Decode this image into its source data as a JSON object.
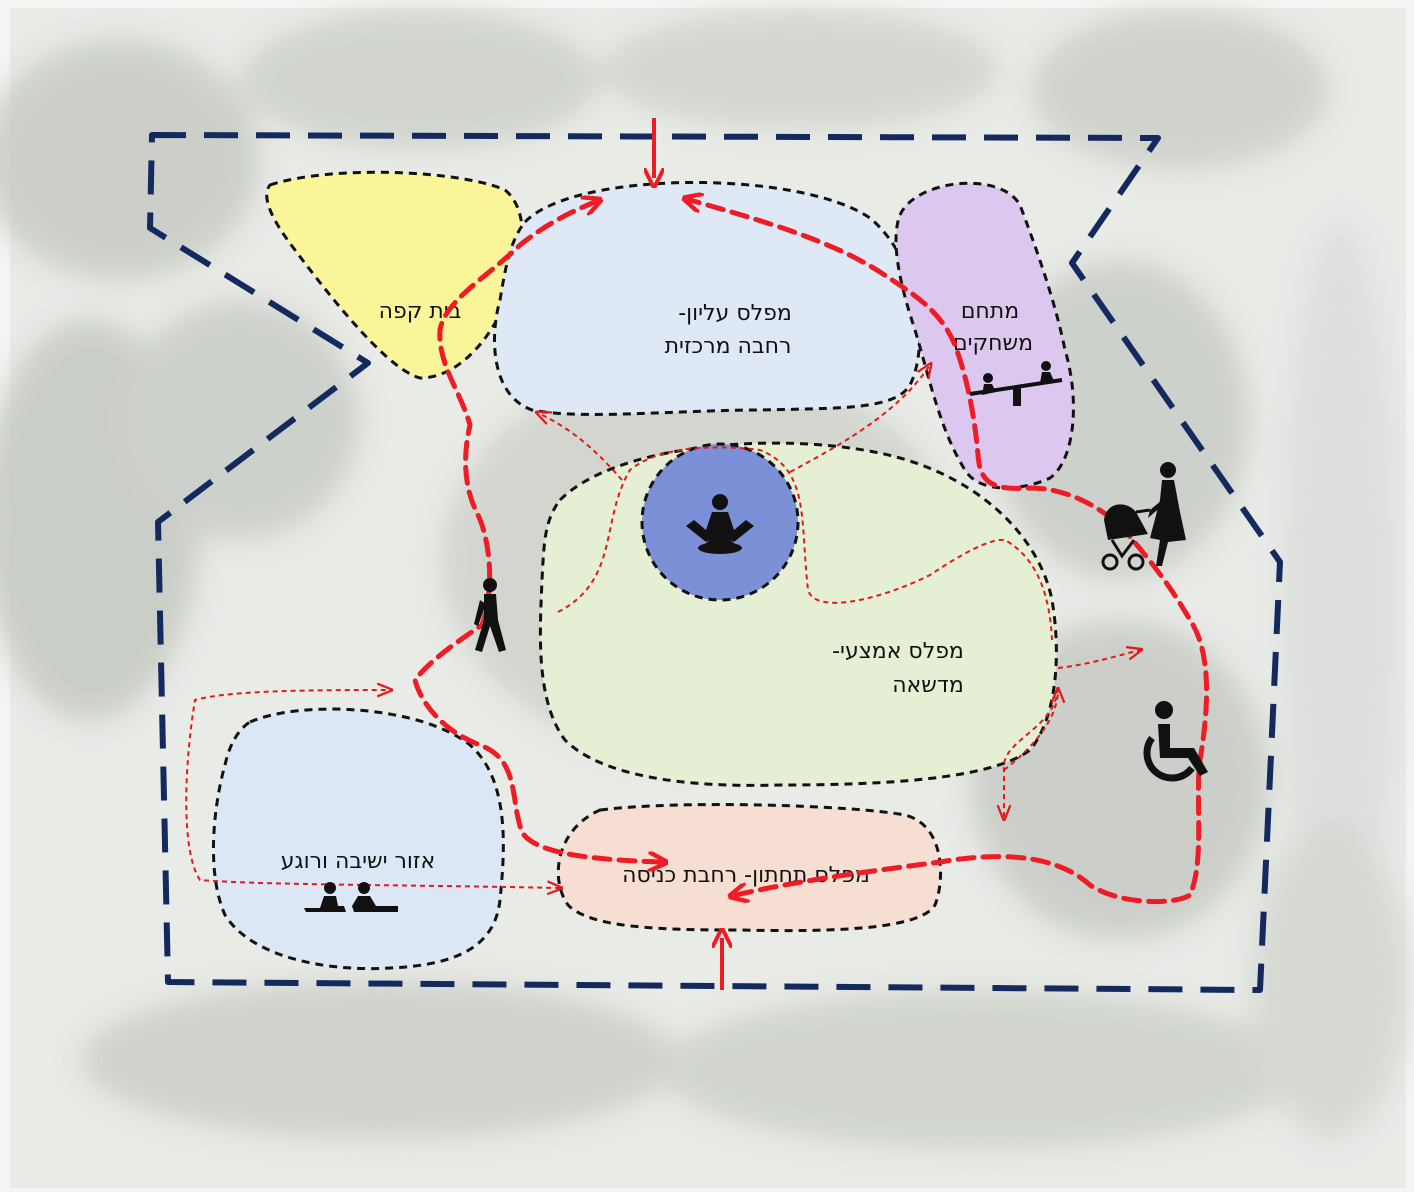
{
  "zones": [
    {
      "id": "cafe",
      "lines": [
        "בית קפה"
      ],
      "fill": "#fbf59a"
    },
    {
      "id": "upper-plaza",
      "lines": [
        "מפלס עליון-",
        "רחבה מרכזית"
      ],
      "fill": "#dfe9f5"
    },
    {
      "id": "playground",
      "lines": [
        "מתחם",
        "משחקים"
      ],
      "fill": "#dcc8ee"
    },
    {
      "id": "middle-lawn",
      "lines": [
        "מפלס אמצעי-",
        "מדשאה"
      ],
      "fill": "#e4efd4"
    },
    {
      "id": "seating",
      "lines": [
        "אזור ישיבה ורוגע"
      ],
      "fill": "#dbe7f5"
    },
    {
      "id": "entrance",
      "lines": [
        "מפלס תחתון- רחבת כניסה"
      ],
      "fill": "#f6dfd2"
    }
  ],
  "colors": {
    "boundary": "#14295e",
    "main_path": "#ee1c24",
    "secondary_path": "#e11a1a",
    "zone_outline": "#111111",
    "yoga_circle": "#7b90d6",
    "background_tint": "#e6e8e4"
  },
  "icons": [
    "yoga-icon",
    "seesaw-icon",
    "stroller-mother-icon",
    "wheelchair-icon",
    "walking-person-icon",
    "sitting-people-icon"
  ]
}
